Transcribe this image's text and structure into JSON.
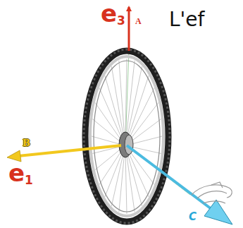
{
  "diagram": {
    "labels": [
      "e3",
      "A",
      "L'ef",
      "B",
      "e1",
      "C"
    ]
  }
}
